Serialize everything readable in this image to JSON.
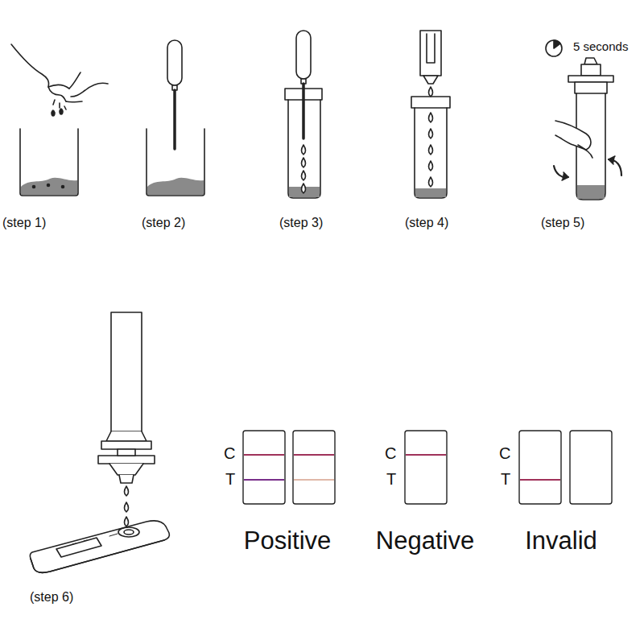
{
  "diagram": {
    "labels": [
      "5 seconds",
      "(step 1)",
      "(step 2)",
      "(step 3)",
      "(step 4)",
      "(step 5)",
      "(step 6)",
      "C",
      "T",
      "C",
      "T",
      "C",
      "T",
      "Positive",
      "Negative",
      "Invalid"
    ]
  }
}
